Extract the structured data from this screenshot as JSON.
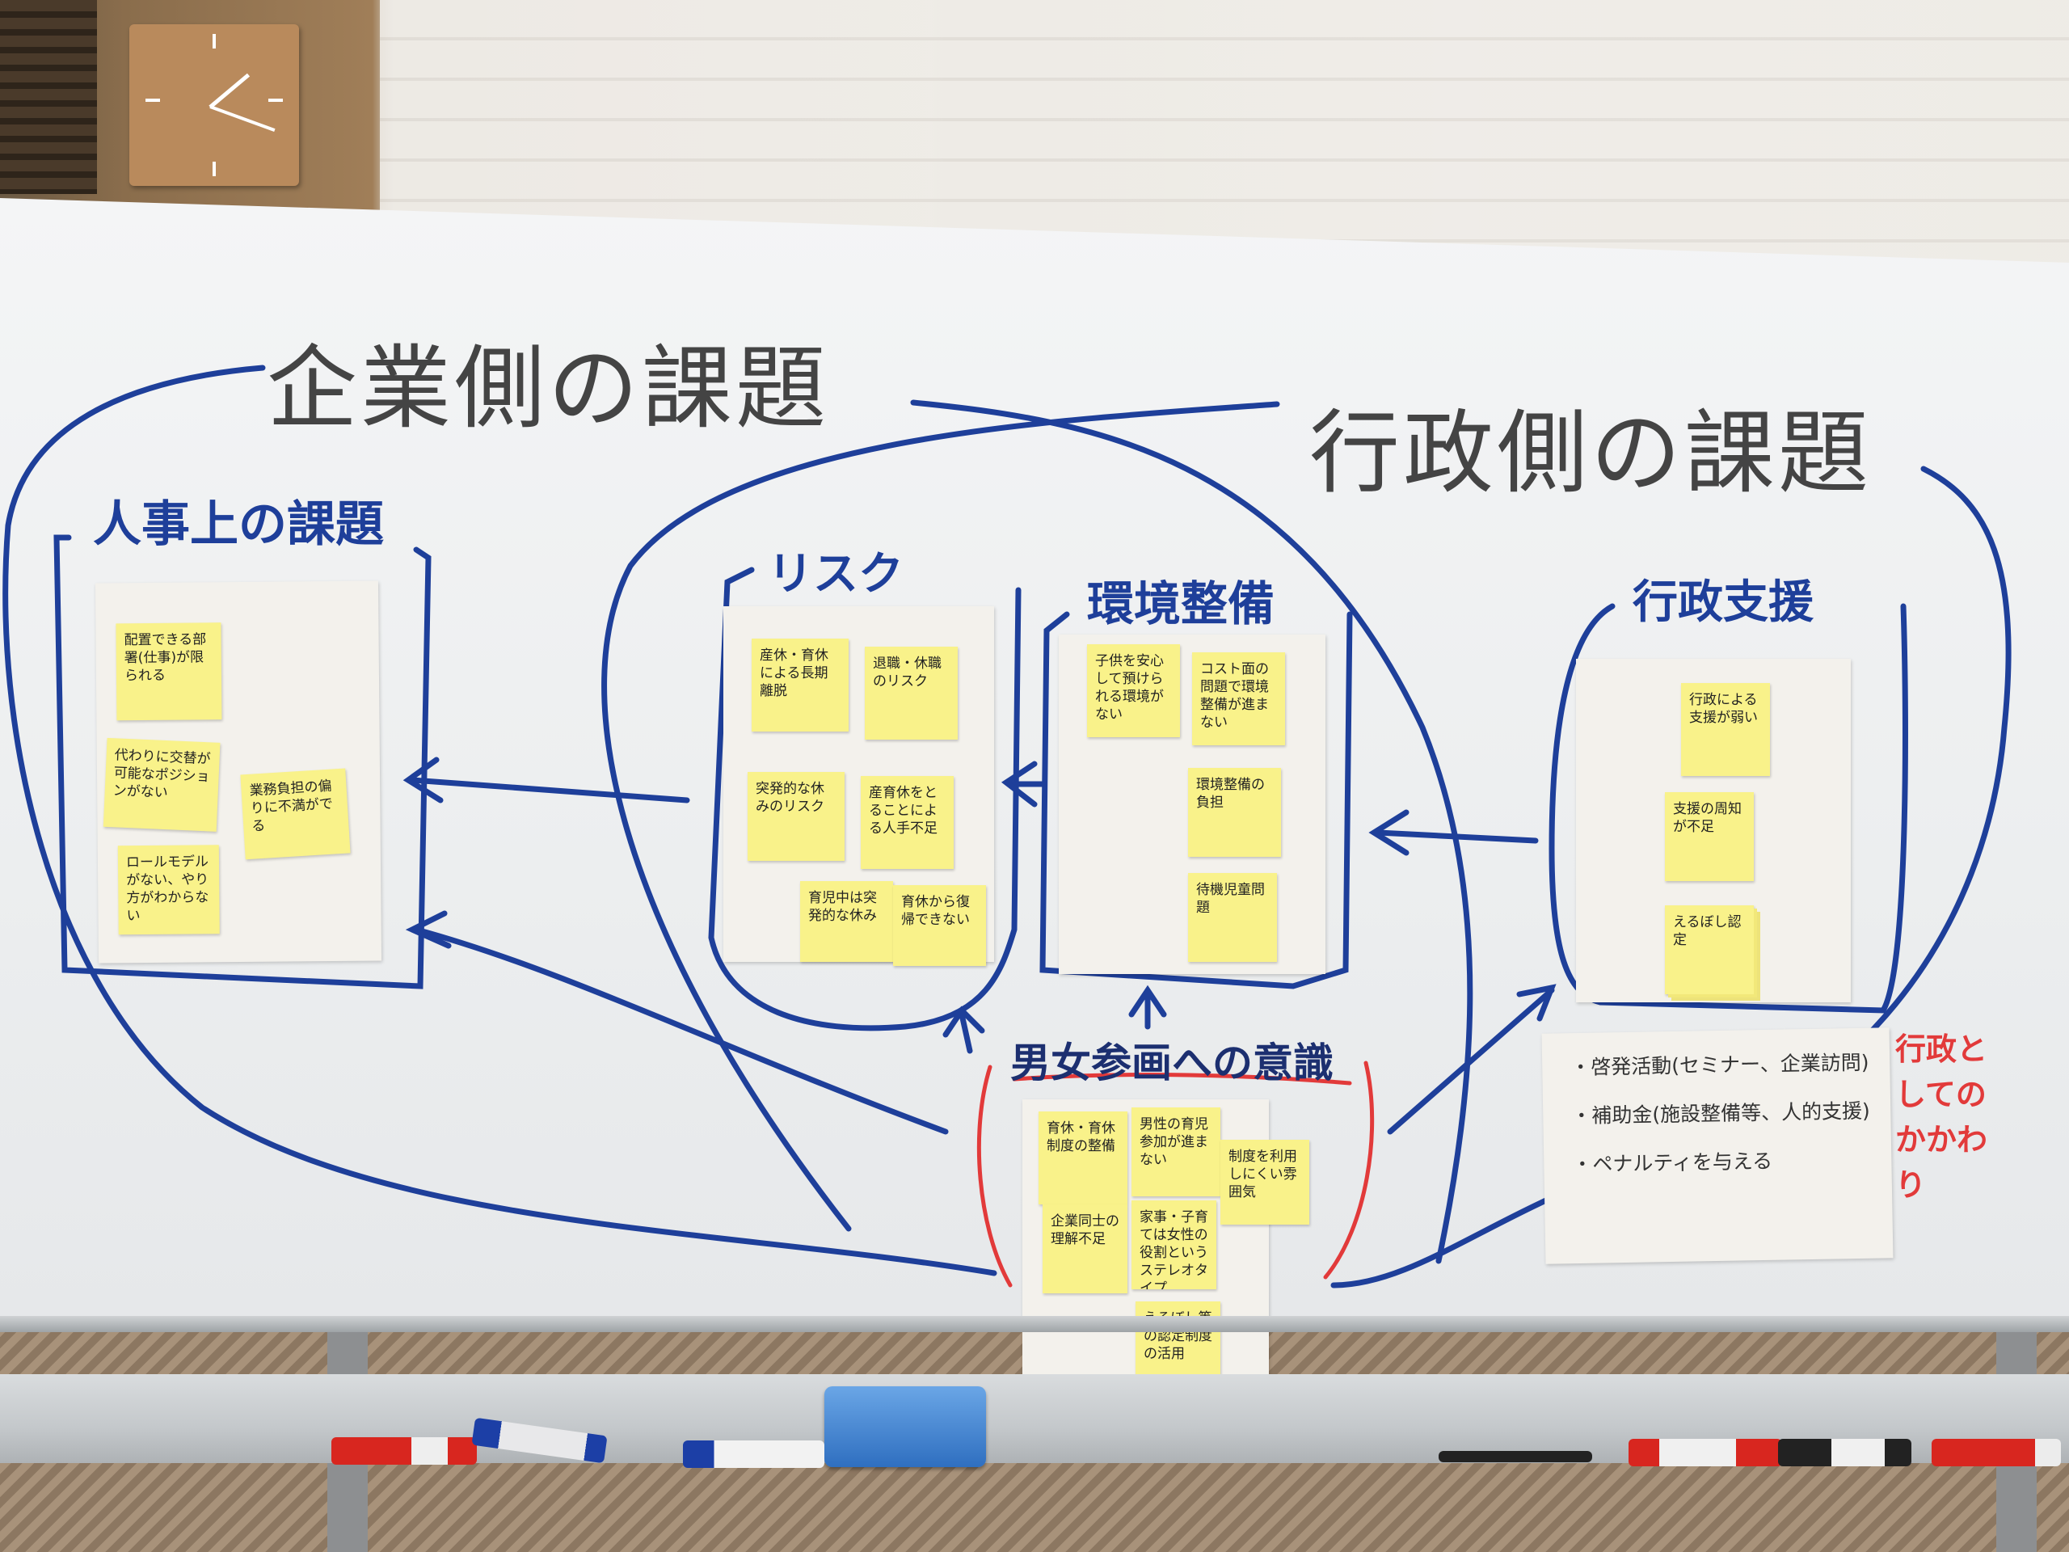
{
  "titles": {
    "company_side": "企業側の課題",
    "government_side": "行政側の課題"
  },
  "sections": {
    "hr": "人事上の課題",
    "risk": "リスク",
    "environment": "環境整備",
    "gov_support": "行政支援",
    "gender_awareness": "男女参画への意識",
    "gov_involvement": "行政としてのかかわり"
  },
  "notes": {
    "hr": [
      "配置できる部署(仕事)が限られる",
      "代わりに交替が可能なポジションがない",
      "ロールモデルがない、やり方がわからない",
      "業務負担の偏りに不満がでる"
    ],
    "risk": [
      "産休・育休による長期離脱",
      "退職・休職のリスク",
      "突発的な休みのリスク",
      "産育休をとることによる人手不足",
      "育児中は突発的な休み",
      "育休から復帰できない"
    ],
    "environment": [
      "子供を安心して預けられる環境がない",
      "コスト面の問題で環境整備が進まない",
      "環境整備の負担",
      "待機児童問題"
    ],
    "gov_support": [
      "行政による支援が弱い",
      "支援の周知が不足",
      "えるぼし認定"
    ],
    "gender": [
      "育休・育休制度の整備",
      "男性の育児参加が進まない",
      "企業同士の理解不足",
      "家事・子育ては女性の役割というステレオタイプ",
      "制度を利用しにくい雰囲気",
      "えるぼし等の認定制度の活用"
    ]
  },
  "gov_sheet": [
    "・啓発活動(セミナー、企業訪問)",
    "・補助金(施設整備等、人的支援)",
    "・ペナルティを与える"
  ],
  "colors": {
    "marker_blue": "#1e3f9a",
    "marker_red": "#e23a3a",
    "sticky": "#f9f28a"
  }
}
